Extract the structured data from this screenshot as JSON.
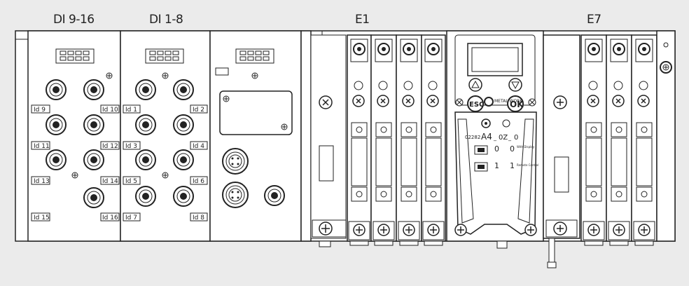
{
  "headers": {
    "di_9_16": "DI 9-16",
    "di_1_8": "DI 1-8",
    "e1": "E1",
    "e7": "E7"
  },
  "module_di_9_16": {
    "labels": [
      "Id 9",
      "Id 10",
      "Id 11",
      "Id 12",
      "Id 13",
      "Id 14",
      "Id 15",
      "Id 16"
    ]
  },
  "module_di_1_8": {
    "labels": [
      "Id 1",
      "Id 2",
      "Id 3",
      "Id 4",
      "Id 5",
      "Id 6",
      "Id 7",
      "Id 8"
    ]
  },
  "controller": {
    "esc_label": "ESC",
    "ok_label": "OK",
    "logo_text": "METAL WORK",
    "code_text": "02282 A4 _ 0Z _ 0",
    "code_prefix": "02282",
    "code_main": "A4",
    "code_z": "0Z",
    "code_end": "0",
    "opt_zero_left": "0",
    "opt_zero_right": "0",
    "opt_one_left": "1",
    "opt_one_right": "1",
    "note_top": "With Display",
    "note_bottom": "Remote Control"
  },
  "icon_names": [
    "screw-icon",
    "connector-icon",
    "terminal-block-icon",
    "plus-icon",
    "led-icon",
    "button-arrow-icon"
  ]
}
